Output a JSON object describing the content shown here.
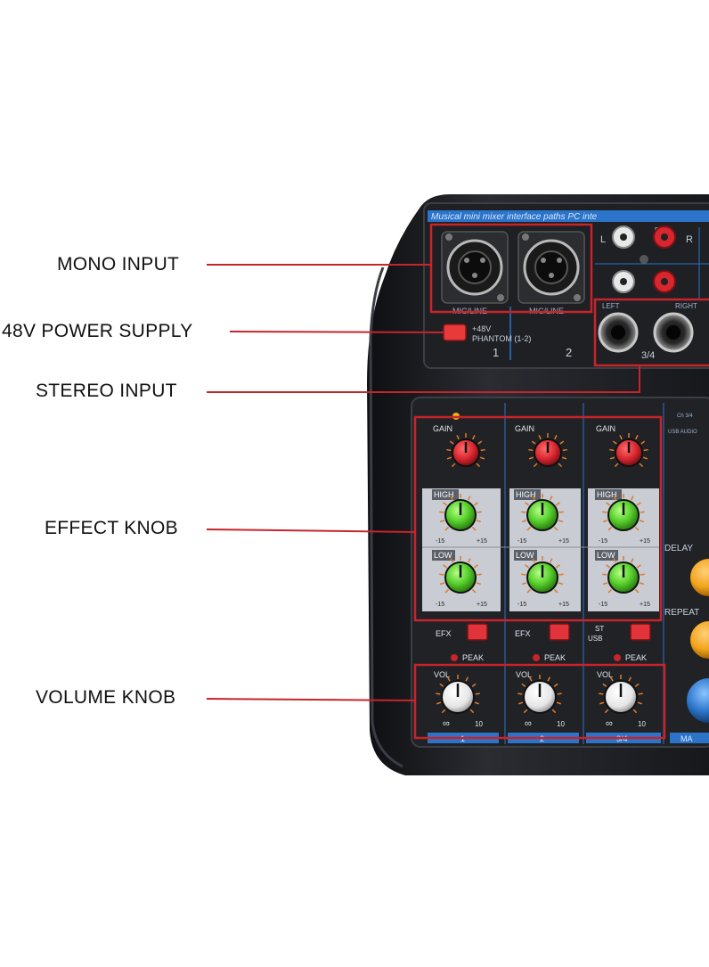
{
  "callouts": {
    "mono_input": "MONO INPUT",
    "power_supply": "48V POWER SUPPLY",
    "stereo_input": "STEREO INPUT",
    "effect_knob": "EFFECT KNOB",
    "volume_knob": "VOLUME KNOB"
  },
  "mixer": {
    "top_strip": "Musical mini mixer interface paths PC inte",
    "mic_line_label": "MIC/LINE",
    "channel_1": "1",
    "channel_2": "2",
    "phantom_line1": "+48V",
    "phantom_line2": "PHANTOM (1-2)",
    "rca_l": "L",
    "rca_r": "R",
    "rca_rec": "REC",
    "left_label": "LEFT",
    "right_label": "RIGHT",
    "stereo_channel": "3/4",
    "usb_audio": "USB AUDIO",
    "ch_34": "Ch 3/4",
    "gain_label": "GAIN",
    "high_label": "HIGH",
    "low_label": "LOW",
    "minus_15": "-15",
    "plus_15": "+15",
    "efx_label": "EFX",
    "peak_label": "PEAK",
    "st_usb_1": "ST",
    "st_usb_2": "USB",
    "vol_label": "VOL",
    "vol_min": "∞",
    "vol_max": "10",
    "delay_label": "DELAY",
    "repeat_label": "REPEAT",
    "main_label": "MA"
  },
  "colors": {
    "callout_line": "#c7242b",
    "body_dark": "#1b1d21",
    "panel_blue": "#2b74c9",
    "gain_knob": "#d8262f",
    "eq_knob": "#58d12d",
    "vol_knob": "#f2f2f2",
    "delay_knob": "#f2a41c"
  }
}
